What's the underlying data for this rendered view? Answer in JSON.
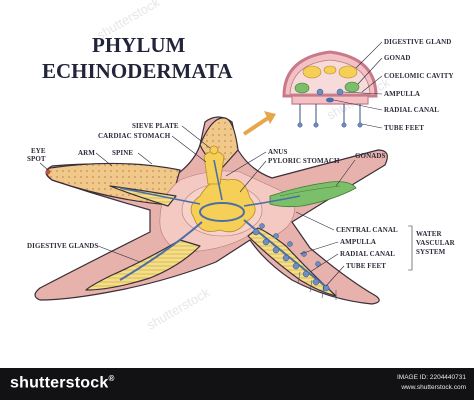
{
  "title": {
    "line1": "PHYLUM",
    "line2": "ECHINODERMATA"
  },
  "labels": {
    "eye_spot_1": "EYE",
    "eye_spot_2": "SPOT",
    "arm": "ARM",
    "spine": "SPINE",
    "sieve_plate": "SIEVE PLATE",
    "cardiac_stomach": "CARDIAC STOMACH",
    "anus": "ANUS",
    "pyloric_stomach": "PYLORIC STOMACH",
    "gonads": "GONADS",
    "digestive_glands": "DIGESTIVE GLANDS",
    "central_canal": "CENTRAL CANAL",
    "ampulla_lower": "AMPULLA",
    "radial_canal_lower": "RADIAL CANAL",
    "tube_feet_lower": "TUBE FEET",
    "water_vascular_1": "WATER",
    "water_vascular_2": "VASCULAR",
    "water_vascular_3": "SYSTEM"
  },
  "inset_labels": {
    "digestive_gland": "DIGESTIVE GLAND",
    "gonad": "GONAD",
    "coelomic_cavity": "COELOMIC CAVITY",
    "ampulla": "AMPULLA",
    "radial_canal": "RADIAL CANAL",
    "tube_feet": "TUBE FEET"
  },
  "watermark": "shutterstock",
  "footer": {
    "brand": "shutterstock",
    "reg": "®",
    "image_id": "IMAGE ID: 2204440731",
    "site": "www.shutterstock.com"
  },
  "colors": {
    "arm_fill": "#e9b8b0",
    "arm_top": "#f2d08a",
    "digestive": "#f3d77a",
    "water_vascular": "#4a6fa8",
    "gonad": "#7cbf6a",
    "inset_border": "#c97a8a",
    "footer_bg": "#121214"
  }
}
